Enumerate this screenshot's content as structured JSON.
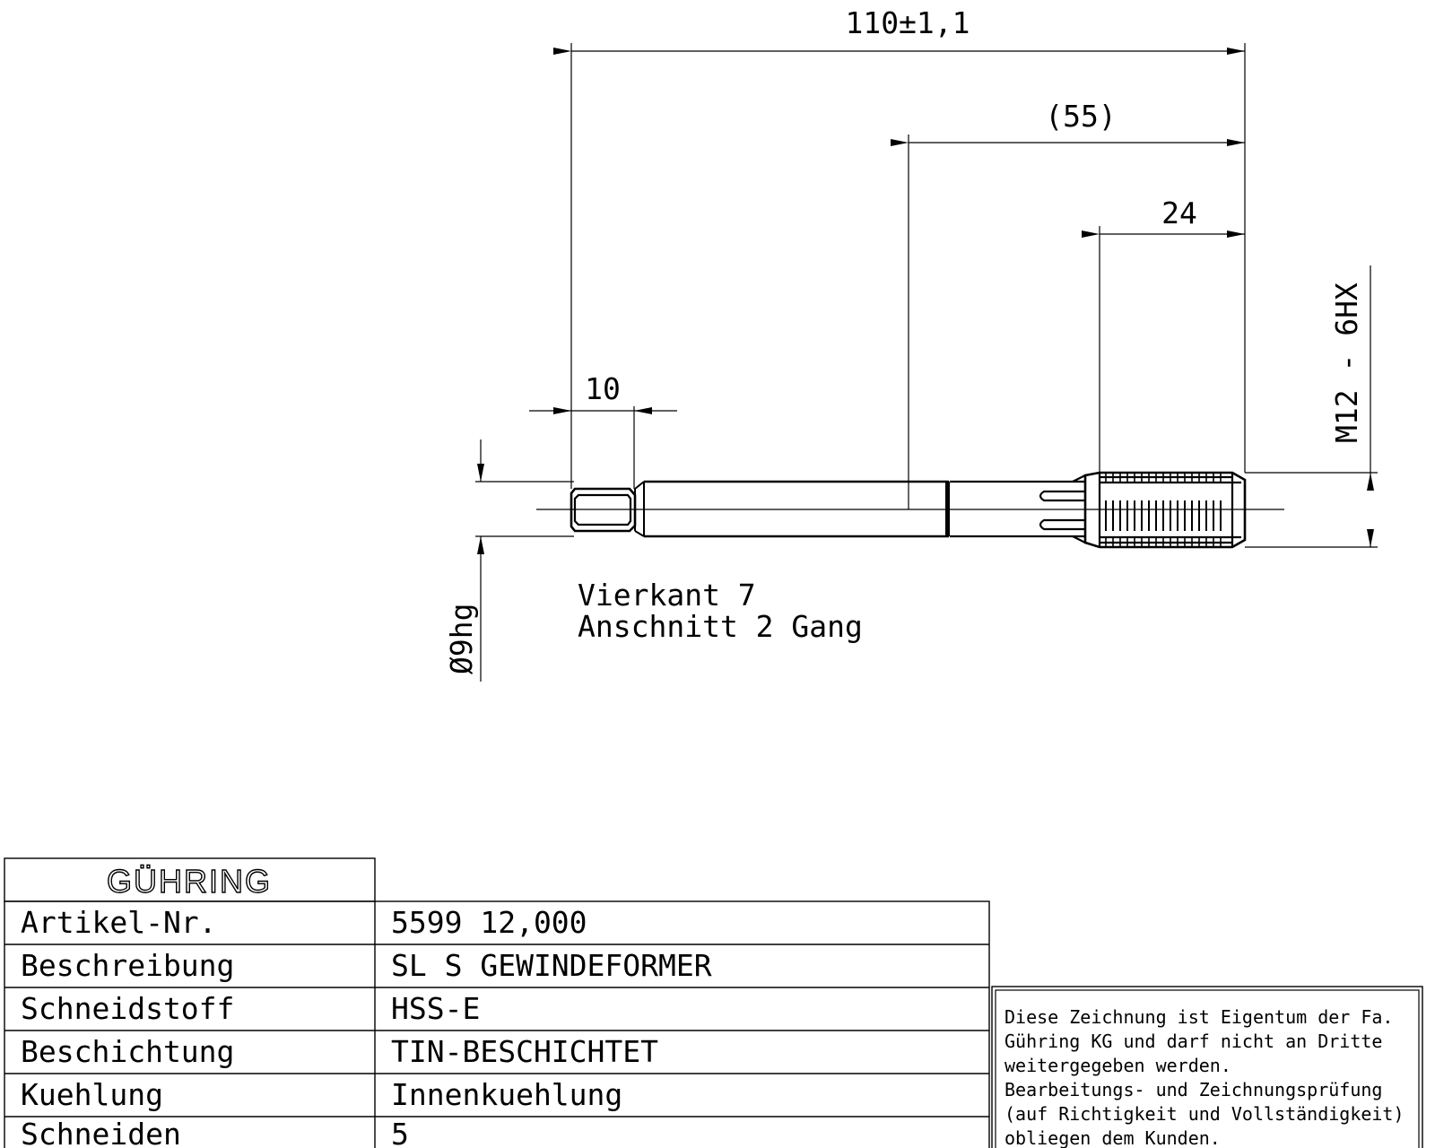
{
  "dimensions": {
    "overall_length": "110±1,1",
    "neck_length": "(55)",
    "thread_length": "24",
    "square_length": "10",
    "shank_diameter": "Ø9hg",
    "thread_designation": "M12 - 6HX"
  },
  "notes": {
    "line1": "Vierkant 7",
    "line2": "Anschnitt 2 Gang"
  },
  "title_block": {
    "logo": "GÜHRING",
    "rows": [
      {
        "label": "Artikel-Nr.",
        "value": "5599 12,000"
      },
      {
        "label": "Beschreibung",
        "value": "SL S GEWINDEFORMER"
      },
      {
        "label": "Schneidstoff",
        "value": "HSS-E"
      },
      {
        "label": "Beschichtung",
        "value": "TIN-BESCHICHTET"
      },
      {
        "label": "Kuehlung",
        "value": "Innenkuehlung"
      },
      {
        "label": "Schneiden",
        "value": "5"
      }
    ]
  },
  "legal": {
    "lines": [
      "Diese Zeichnung ist Eigentum der Fa.",
      "Gühring KG und darf nicht an Dritte",
      "weitergegeben werden.",
      "Bearbeitungs- und Zeichnungsprüfung",
      "(auf Richtigkeit und Vollständigkeit)",
      "obliegen dem Kunden."
    ]
  }
}
